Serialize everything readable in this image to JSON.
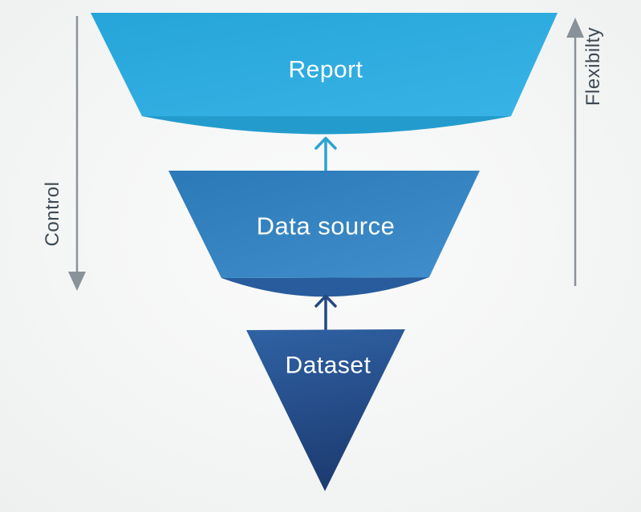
{
  "background": {
    "center_color": "#fbfbfb",
    "edge_color": "#eef0f0"
  },
  "funnel": {
    "tiers": [
      {
        "label": "Report",
        "gradient_start": "#25a5d9",
        "gradient_end": "#38b2e5",
        "underside_color": "#239ccd",
        "text_color": "#ffffff"
      },
      {
        "label": "Data source",
        "gradient_start": "#2b79b7",
        "gradient_end": "#3f8ecb",
        "underside_color": "#285c9c",
        "text_color": "#ffffff"
      },
      {
        "label": "Dataset",
        "gradient_start": "#3062a4",
        "gradient_end": "#1d3c72",
        "text_color": "#ffffff"
      }
    ],
    "arrows": [
      {
        "name": "datasource-to-report",
        "direction": "up",
        "color": "#2ba3d2"
      },
      {
        "name": "dataset-to-datasource",
        "direction": "up",
        "color": "#24487f"
      }
    ]
  },
  "axes": {
    "left": {
      "label": "Control",
      "direction": "down",
      "line_color": "#8a9299",
      "text_color": "#3e4a54"
    },
    "right": {
      "label": "Flexibilty",
      "direction": "up",
      "line_color": "#8a9299",
      "text_color": "#3e4a54"
    }
  }
}
